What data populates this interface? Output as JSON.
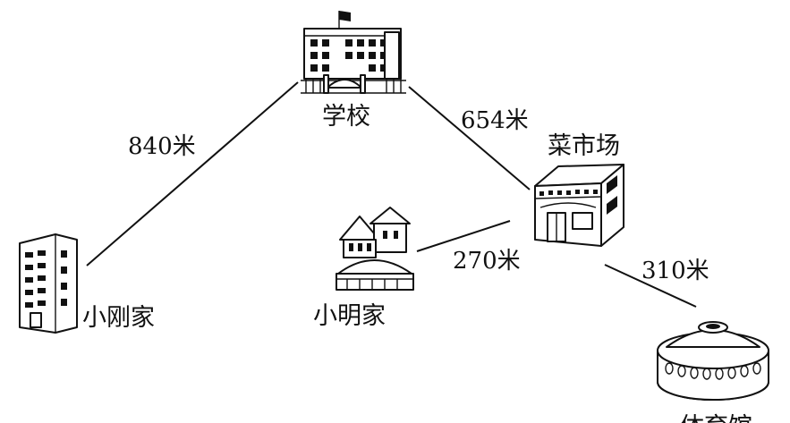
{
  "places": {
    "school": "学校",
    "market": "菜市场",
    "xiaogang_home": "小刚家",
    "xiaoming_home": "小明家",
    "stadium": "体育馆"
  },
  "routes": [
    {
      "from": "小刚家",
      "to": "学校",
      "distance": "840米"
    },
    {
      "from": "学校",
      "to": "菜市场",
      "distance": "654米"
    },
    {
      "from": "小明家",
      "to": "菜市场",
      "distance": "270米"
    },
    {
      "from": "菜市场",
      "to": "体育馆",
      "distance": "310米"
    }
  ]
}
